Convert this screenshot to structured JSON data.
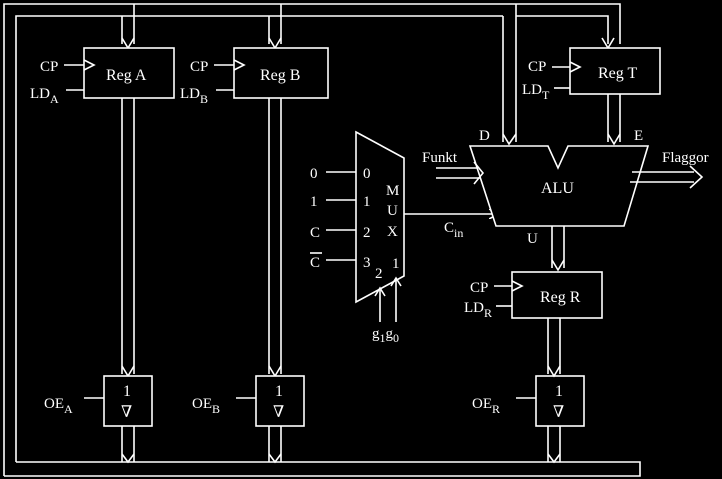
{
  "colors": {
    "background": "#000000",
    "foreground": "#ffffff"
  },
  "registers": {
    "a": {
      "name": "Reg A",
      "cp": "CP",
      "ld": "LD",
      "ld_sub": "A"
    },
    "b": {
      "name": "Reg B",
      "cp": "CP",
      "ld": "LD",
      "ld_sub": "B"
    },
    "t": {
      "name": "Reg T",
      "cp": "CP",
      "ld": "LD",
      "ld_sub": "T"
    },
    "r": {
      "name": "Reg R",
      "cp": "CP",
      "ld": "LD",
      "ld_sub": "R"
    }
  },
  "buffers": {
    "a": {
      "top": "1",
      "bottom": "∇",
      "oe": "OE",
      "oe_sub": "A"
    },
    "b": {
      "top": "1",
      "bottom": "∇",
      "oe": "OE",
      "oe_sub": "B"
    },
    "r": {
      "top": "1",
      "bottom": "∇",
      "oe": "OE",
      "oe_sub": "R"
    }
  },
  "mux": {
    "letters": [
      "M",
      "U",
      "X"
    ],
    "input_numbers": [
      "0",
      "1",
      "2",
      "3"
    ],
    "input_signals": [
      "0",
      "1",
      "C",
      "C"
    ],
    "select_numbers": [
      "2",
      "1"
    ],
    "select_signal": "g",
    "select_subs": [
      "1",
      "0"
    ]
  },
  "alu": {
    "name": "ALU",
    "input_d": "D",
    "input_e": "E",
    "output_u": "U",
    "funct": "Funkt",
    "flags": "Flaggor",
    "cin": "C",
    "cin_sub": "in"
  }
}
